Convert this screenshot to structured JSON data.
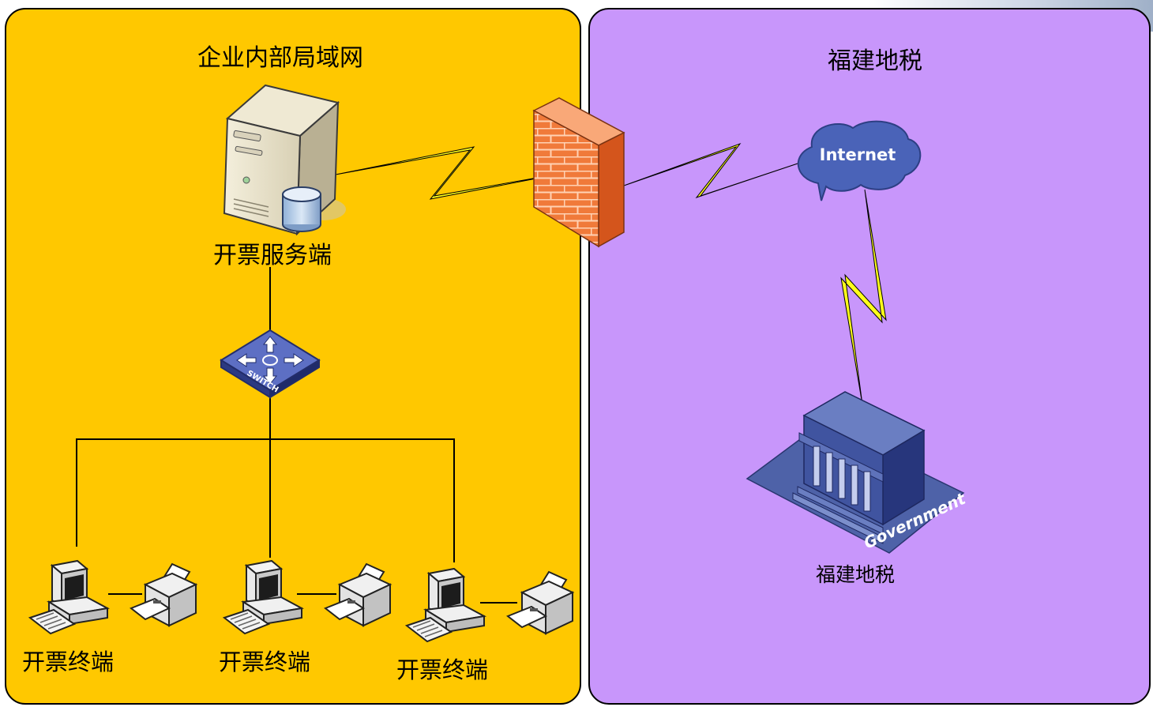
{
  "left_zone": {
    "title": "企业内部局域网"
  },
  "right_zone": {
    "title": "福建地税"
  },
  "server": {
    "label": "开票服务端",
    "icon": "server-with-database-icon"
  },
  "switch": {
    "text": "SWITCH",
    "icon": "network-switch-icon"
  },
  "firewall": {
    "icon": "brick-firewall-icon"
  },
  "internet": {
    "text": "Internet",
    "icon": "cloud-icon"
  },
  "government": {
    "label": "福建地税",
    "sign": "Government",
    "icon": "government-building-icon"
  },
  "terminals": [
    {
      "label": "开票终端",
      "icon": "pc-with-printer-icon"
    },
    {
      "label": "开票终端",
      "icon": "pc-with-printer-icon"
    },
    {
      "label": "开票终端",
      "icon": "pc-with-printer-icon"
    }
  ],
  "colors": {
    "lan_background": "#ffc800",
    "tax_background": "#c896fb",
    "lightning": "#ffff1a",
    "switch": "#3d4f9e",
    "cloud": "#4a63b8",
    "building": "#3f4f98",
    "firewall": "#f07a3a"
  }
}
